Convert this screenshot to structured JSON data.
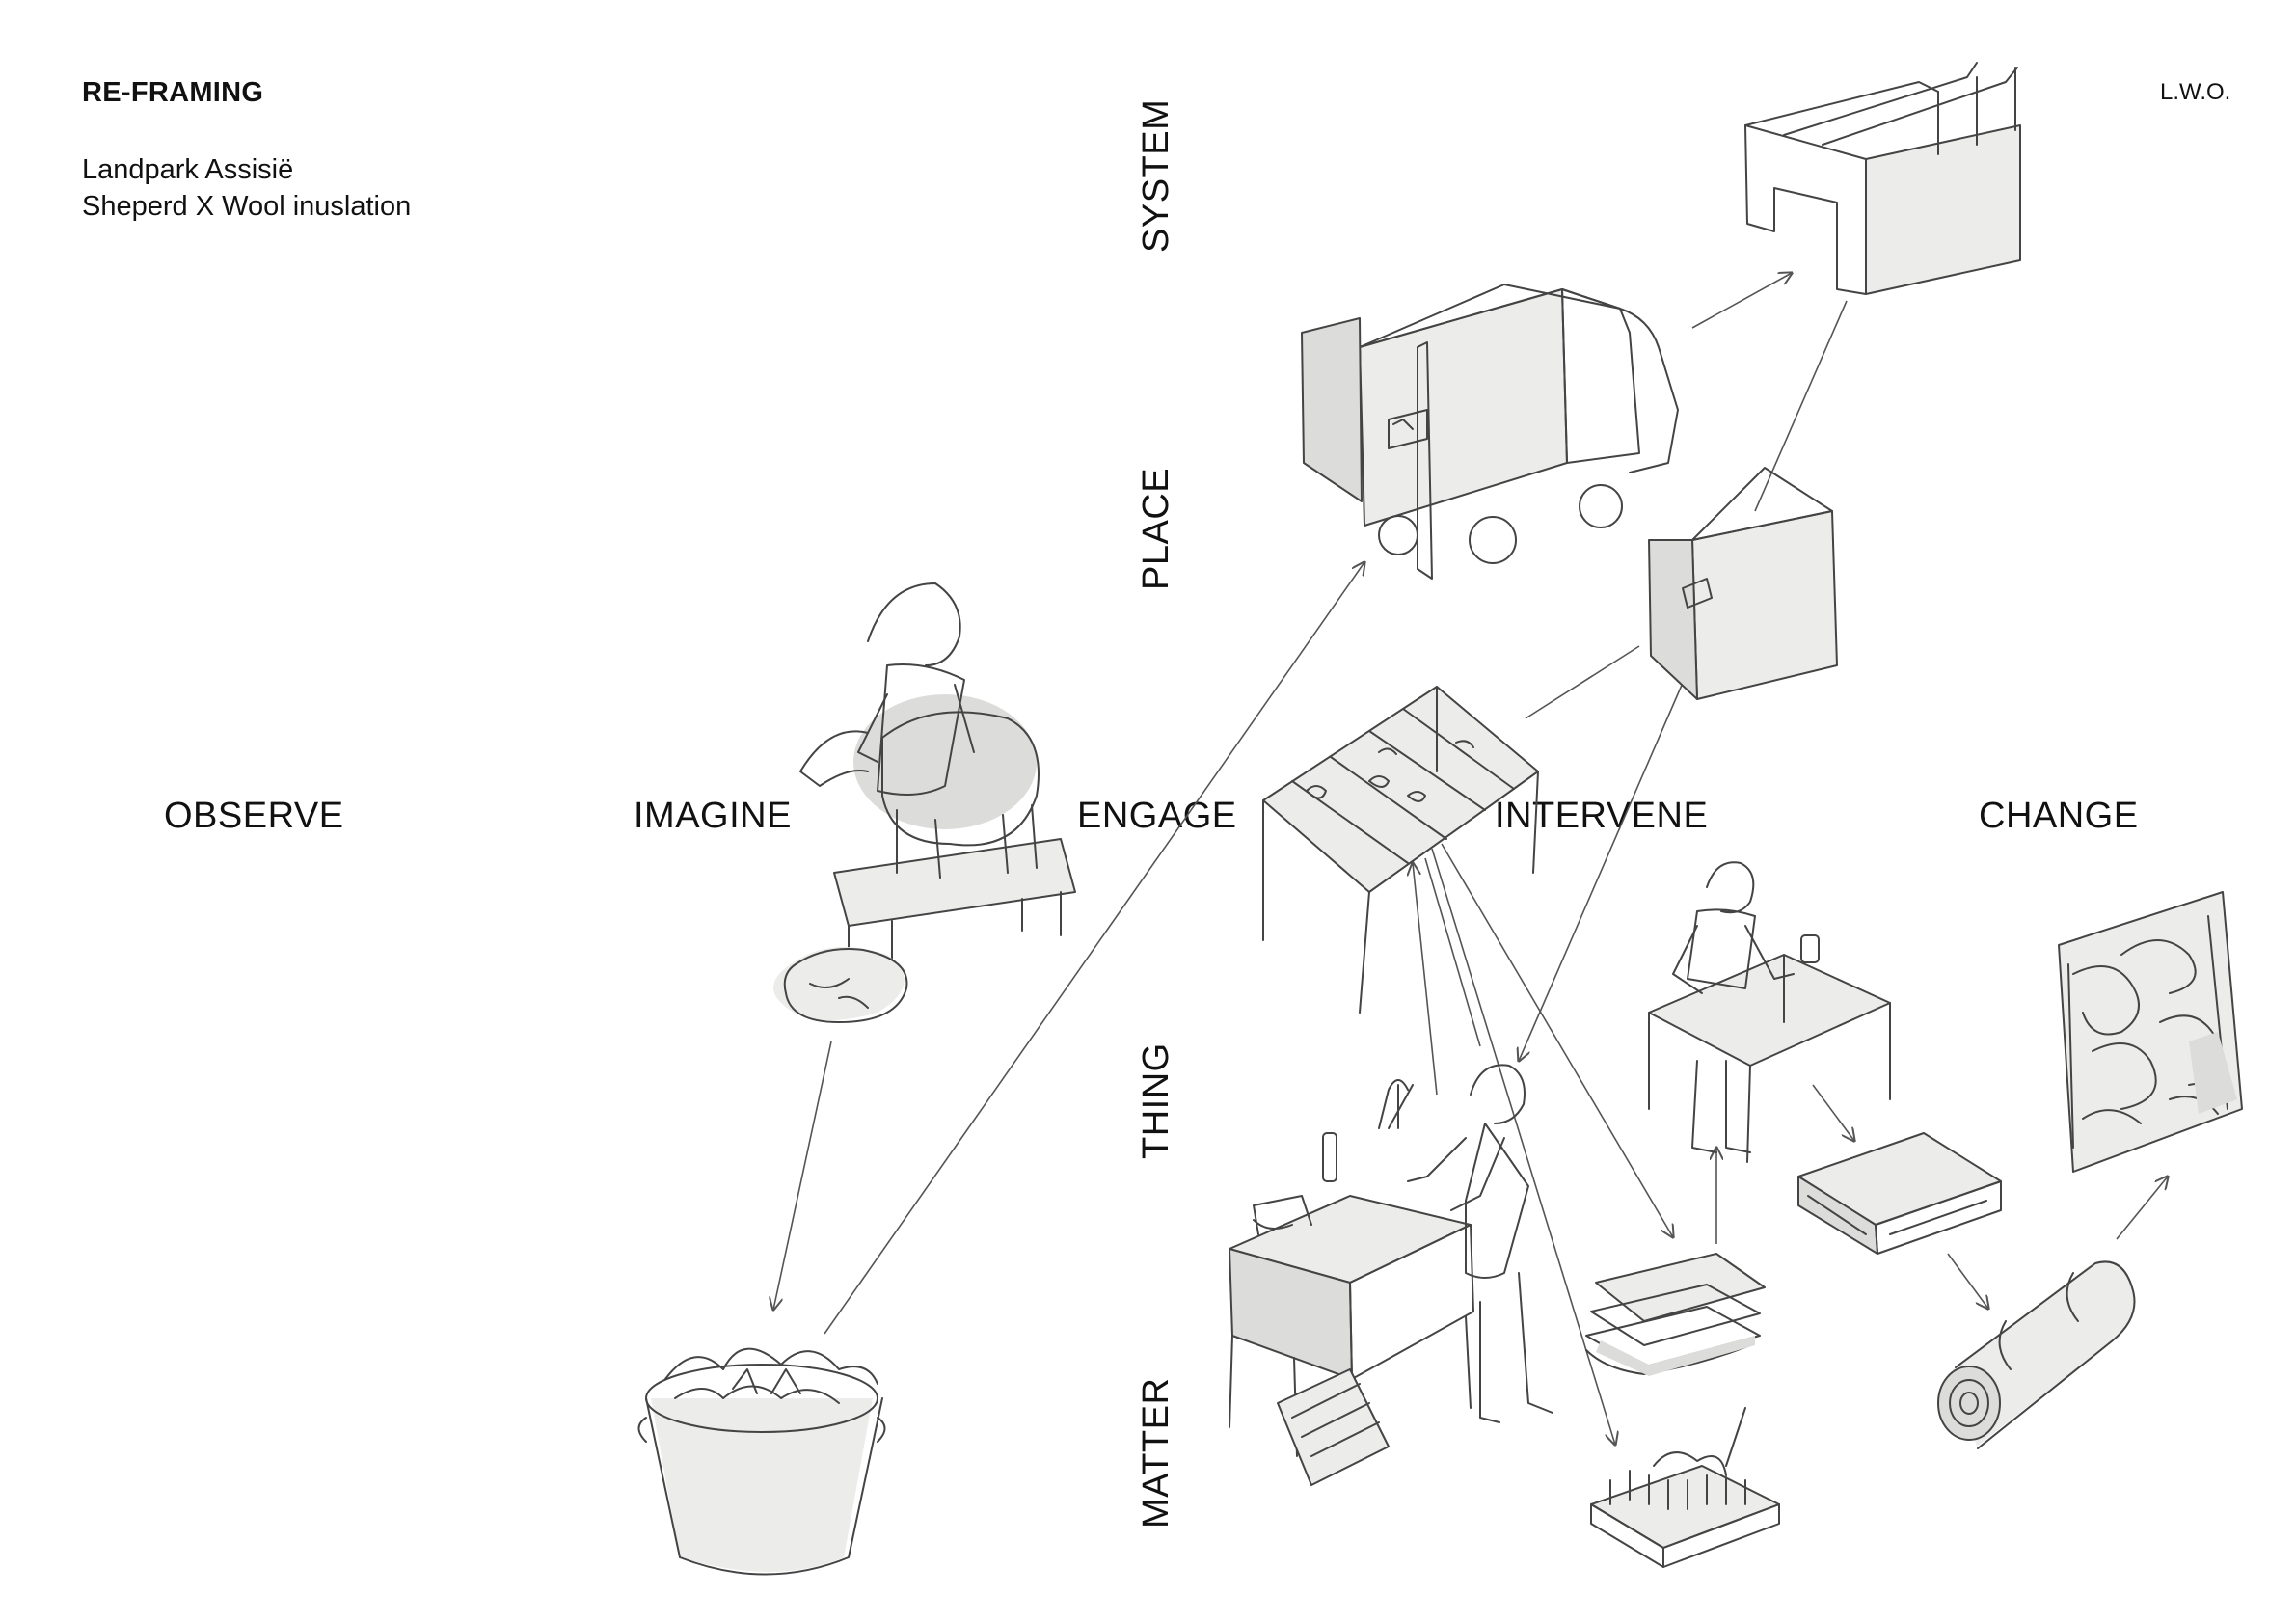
{
  "header": {
    "title": "RE-FRAMING",
    "subtitle_line1": "Landpark Assisië",
    "subtitle_line2": "Sheperd  X  Wool inuslation",
    "author": "L.W.O."
  },
  "stages": [
    "OBSERVE",
    "IMAGINE",
    "ENGAGE",
    "INTERVENE",
    "CHANGE"
  ],
  "scales": [
    "SYSTEM",
    "PLACE",
    "THING",
    "MATTER"
  ],
  "illustrations": [
    "shepherd-shearing-sheep-icon",
    "raw-wool-tub-icon",
    "delivery-van-icon",
    "building-frame-icon",
    "wool-cabinet-icon",
    "drying-rack-table-icon",
    "person-washing-wool-icon",
    "person-carding-table-icon",
    "felt-sheets-icon",
    "carding-brush-icon",
    "insulation-panel-icon",
    "rolled-insulation-icon",
    "wool-wall-panel-icon"
  ]
}
